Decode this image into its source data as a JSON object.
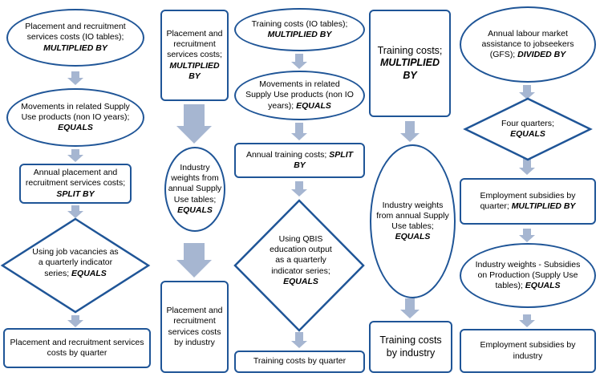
{
  "colors": {
    "border": "#1f5597",
    "arrow": "#a6b6d1",
    "fill": "#ffffff"
  },
  "columns": [
    {
      "id": "placement",
      "steps": [
        {
          "shape": "ellipse",
          "text": "Placement and recruitment services costs (IO tables);",
          "op": "MULTIPLIED BY"
        },
        {
          "shape": "ellipse",
          "text": "Movements in related Supply Use products (non IO years);",
          "op": "EQUALS"
        },
        {
          "shape": "box",
          "text": "Annual placement and recruitment services costs;",
          "op": "SPLIT BY"
        },
        {
          "shape": "diamond",
          "text": "Using job vacancies as a quarterly indicator series;",
          "op": "EQUALS"
        },
        {
          "shape": "box",
          "text": "Placement and recruitment services costs by quarter",
          "op": ""
        }
      ]
    },
    {
      "id": "placement-industry",
      "steps": [
        {
          "shape": "box",
          "text": "Placement and recruitment services costs;",
          "op": "MULTIPLIED BY"
        },
        {
          "shape": "ellipse",
          "text": "Industry weights from annual Supply Use tables;",
          "op": "EQUALS"
        },
        {
          "shape": "box",
          "text": "Placement and recruitment services costs by industry",
          "op": ""
        }
      ]
    },
    {
      "id": "training",
      "steps": [
        {
          "shape": "ellipse",
          "text": "Training costs (IO tables);",
          "op": "MULTIPLIED BY"
        },
        {
          "shape": "ellipse",
          "text": "Movements in related Supply Use products (non IO years);",
          "op": "EQUALS"
        },
        {
          "shape": "box",
          "text": "Annual training costs;",
          "op": "SPLIT BY"
        },
        {
          "shape": "diamond",
          "text": "Using QBIS education output as a quarterly indicator series;",
          "op": "EQUALS"
        },
        {
          "shape": "box",
          "text": "Training costs by quarter",
          "op": ""
        }
      ]
    },
    {
      "id": "training-industry",
      "steps": [
        {
          "shape": "box",
          "text": "Training costs;",
          "op": "MULTIPLIED BY"
        },
        {
          "shape": "ellipse",
          "text": "Industry weights from annual Supply Use tables;",
          "op": "EQUALS"
        },
        {
          "shape": "box",
          "text": "Training costs by industry",
          "op": ""
        }
      ]
    },
    {
      "id": "labour",
      "steps": [
        {
          "shape": "ellipse",
          "text": "Annual labour market assistance to jobseekers (GFS);",
          "op": "DIVIDED BY"
        },
        {
          "shape": "diamond",
          "text": "Four quarters;",
          "op": "EQUALS"
        },
        {
          "shape": "box",
          "text": "Employment subsidies by quarter;",
          "op": "MULTIPLIED BY"
        },
        {
          "shape": "ellipse",
          "text": "Industry weights - Subsidies on Production (Supply Use tables);",
          "op": "EQUALS"
        },
        {
          "shape": "box",
          "text": "Employment subsidies by industry",
          "op": ""
        }
      ]
    }
  ]
}
